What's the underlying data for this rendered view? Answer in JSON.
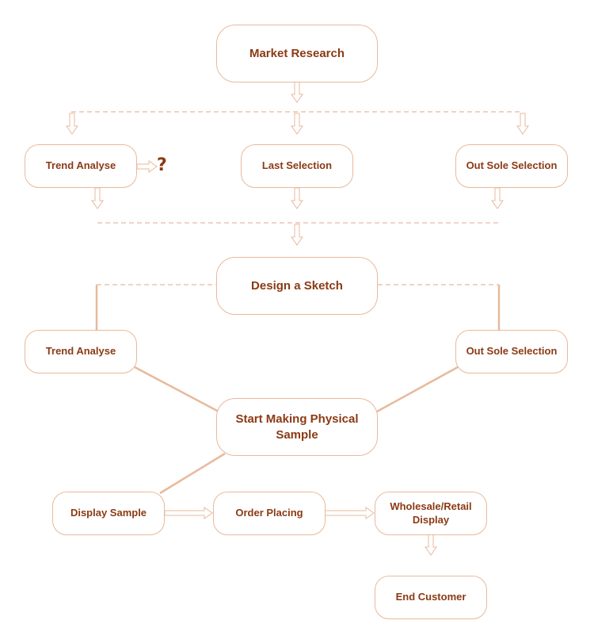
{
  "nodes": {
    "market_research": "Market Research",
    "trend_analyse_1": "Trend Analyse",
    "last_selection": "Last Selection",
    "out_sole_selection_1": "Out Sole Selection",
    "design_sketch": "Design a Sketch",
    "trend_analyse_2": "Trend Analyse",
    "out_sole_selection_2": "Out Sole Selection",
    "physical_sample": "Start Making Physical Sample",
    "display_sample": "Display Sample",
    "order_placing": "Order Placing",
    "wholesale_retail": "Wholesale/Retail Display",
    "end_customer": "End Customer"
  },
  "question_mark": "?",
  "colors": {
    "line": "#e8b99c",
    "text": "#8b3a14",
    "border": "#e8b99c"
  }
}
